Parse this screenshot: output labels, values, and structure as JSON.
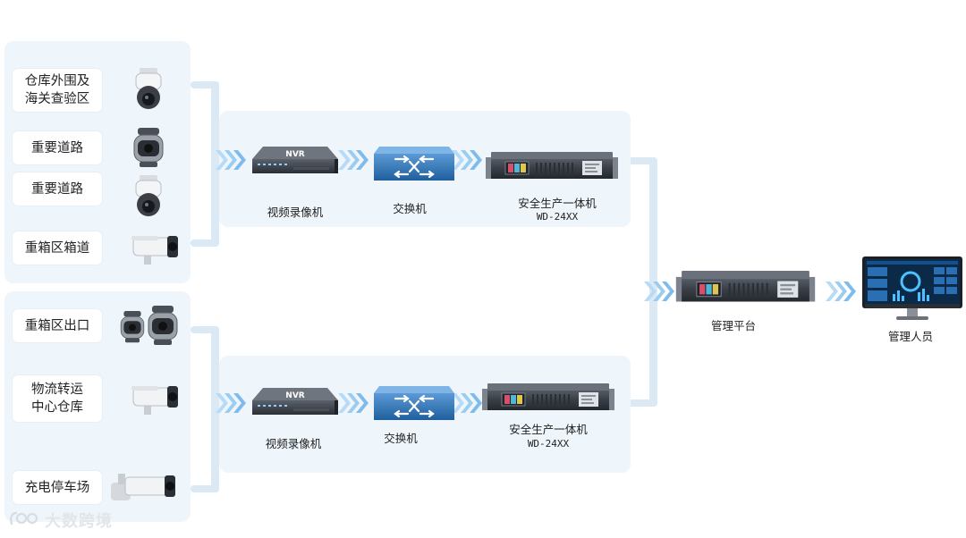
{
  "group_top": {
    "sources": [
      {
        "label": "仓库外围及\n海关查验区",
        "camera": "speed-dome-camera-icon"
      },
      {
        "label": "重要道路",
        "camera": "ptz-dome-camera-icon"
      },
      {
        "label": "重要道路",
        "camera": "speed-dome-camera-icon"
      },
      {
        "label": "重箱区箱道",
        "camera": "bullet-camera-icon"
      }
    ],
    "nvr_badge": "NVR",
    "nvr_label": "视频录像机",
    "switch_label": "交换机",
    "server_label": "安全生产一体机",
    "server_model": "WD-24XX"
  },
  "group_bottom": {
    "sources": [
      {
        "label": "重箱区出口",
        "camera": "dual-ptz-camera-icon"
      },
      {
        "label": "物流转运\n中心仓库",
        "camera": "bullet-camera-icon"
      },
      {
        "label": "充电停车场",
        "camera": "long-bullet-camera-icon"
      }
    ],
    "nvr_badge": "NVR",
    "nvr_label": "视频录像机",
    "switch_label": "交换机",
    "server_label": "安全生产一体机",
    "server_model": "WD-24XX"
  },
  "platform": {
    "label": "管理平台"
  },
  "operator": {
    "label": "管理人员"
  },
  "watermark": {
    "text": "大数跨境"
  },
  "colors": {
    "panel": "#eef5fb",
    "connector": "#dbe9f5",
    "arrow": "#8ec5ee",
    "device": "#3a3f47",
    "switch": "#2f6fb0"
  }
}
